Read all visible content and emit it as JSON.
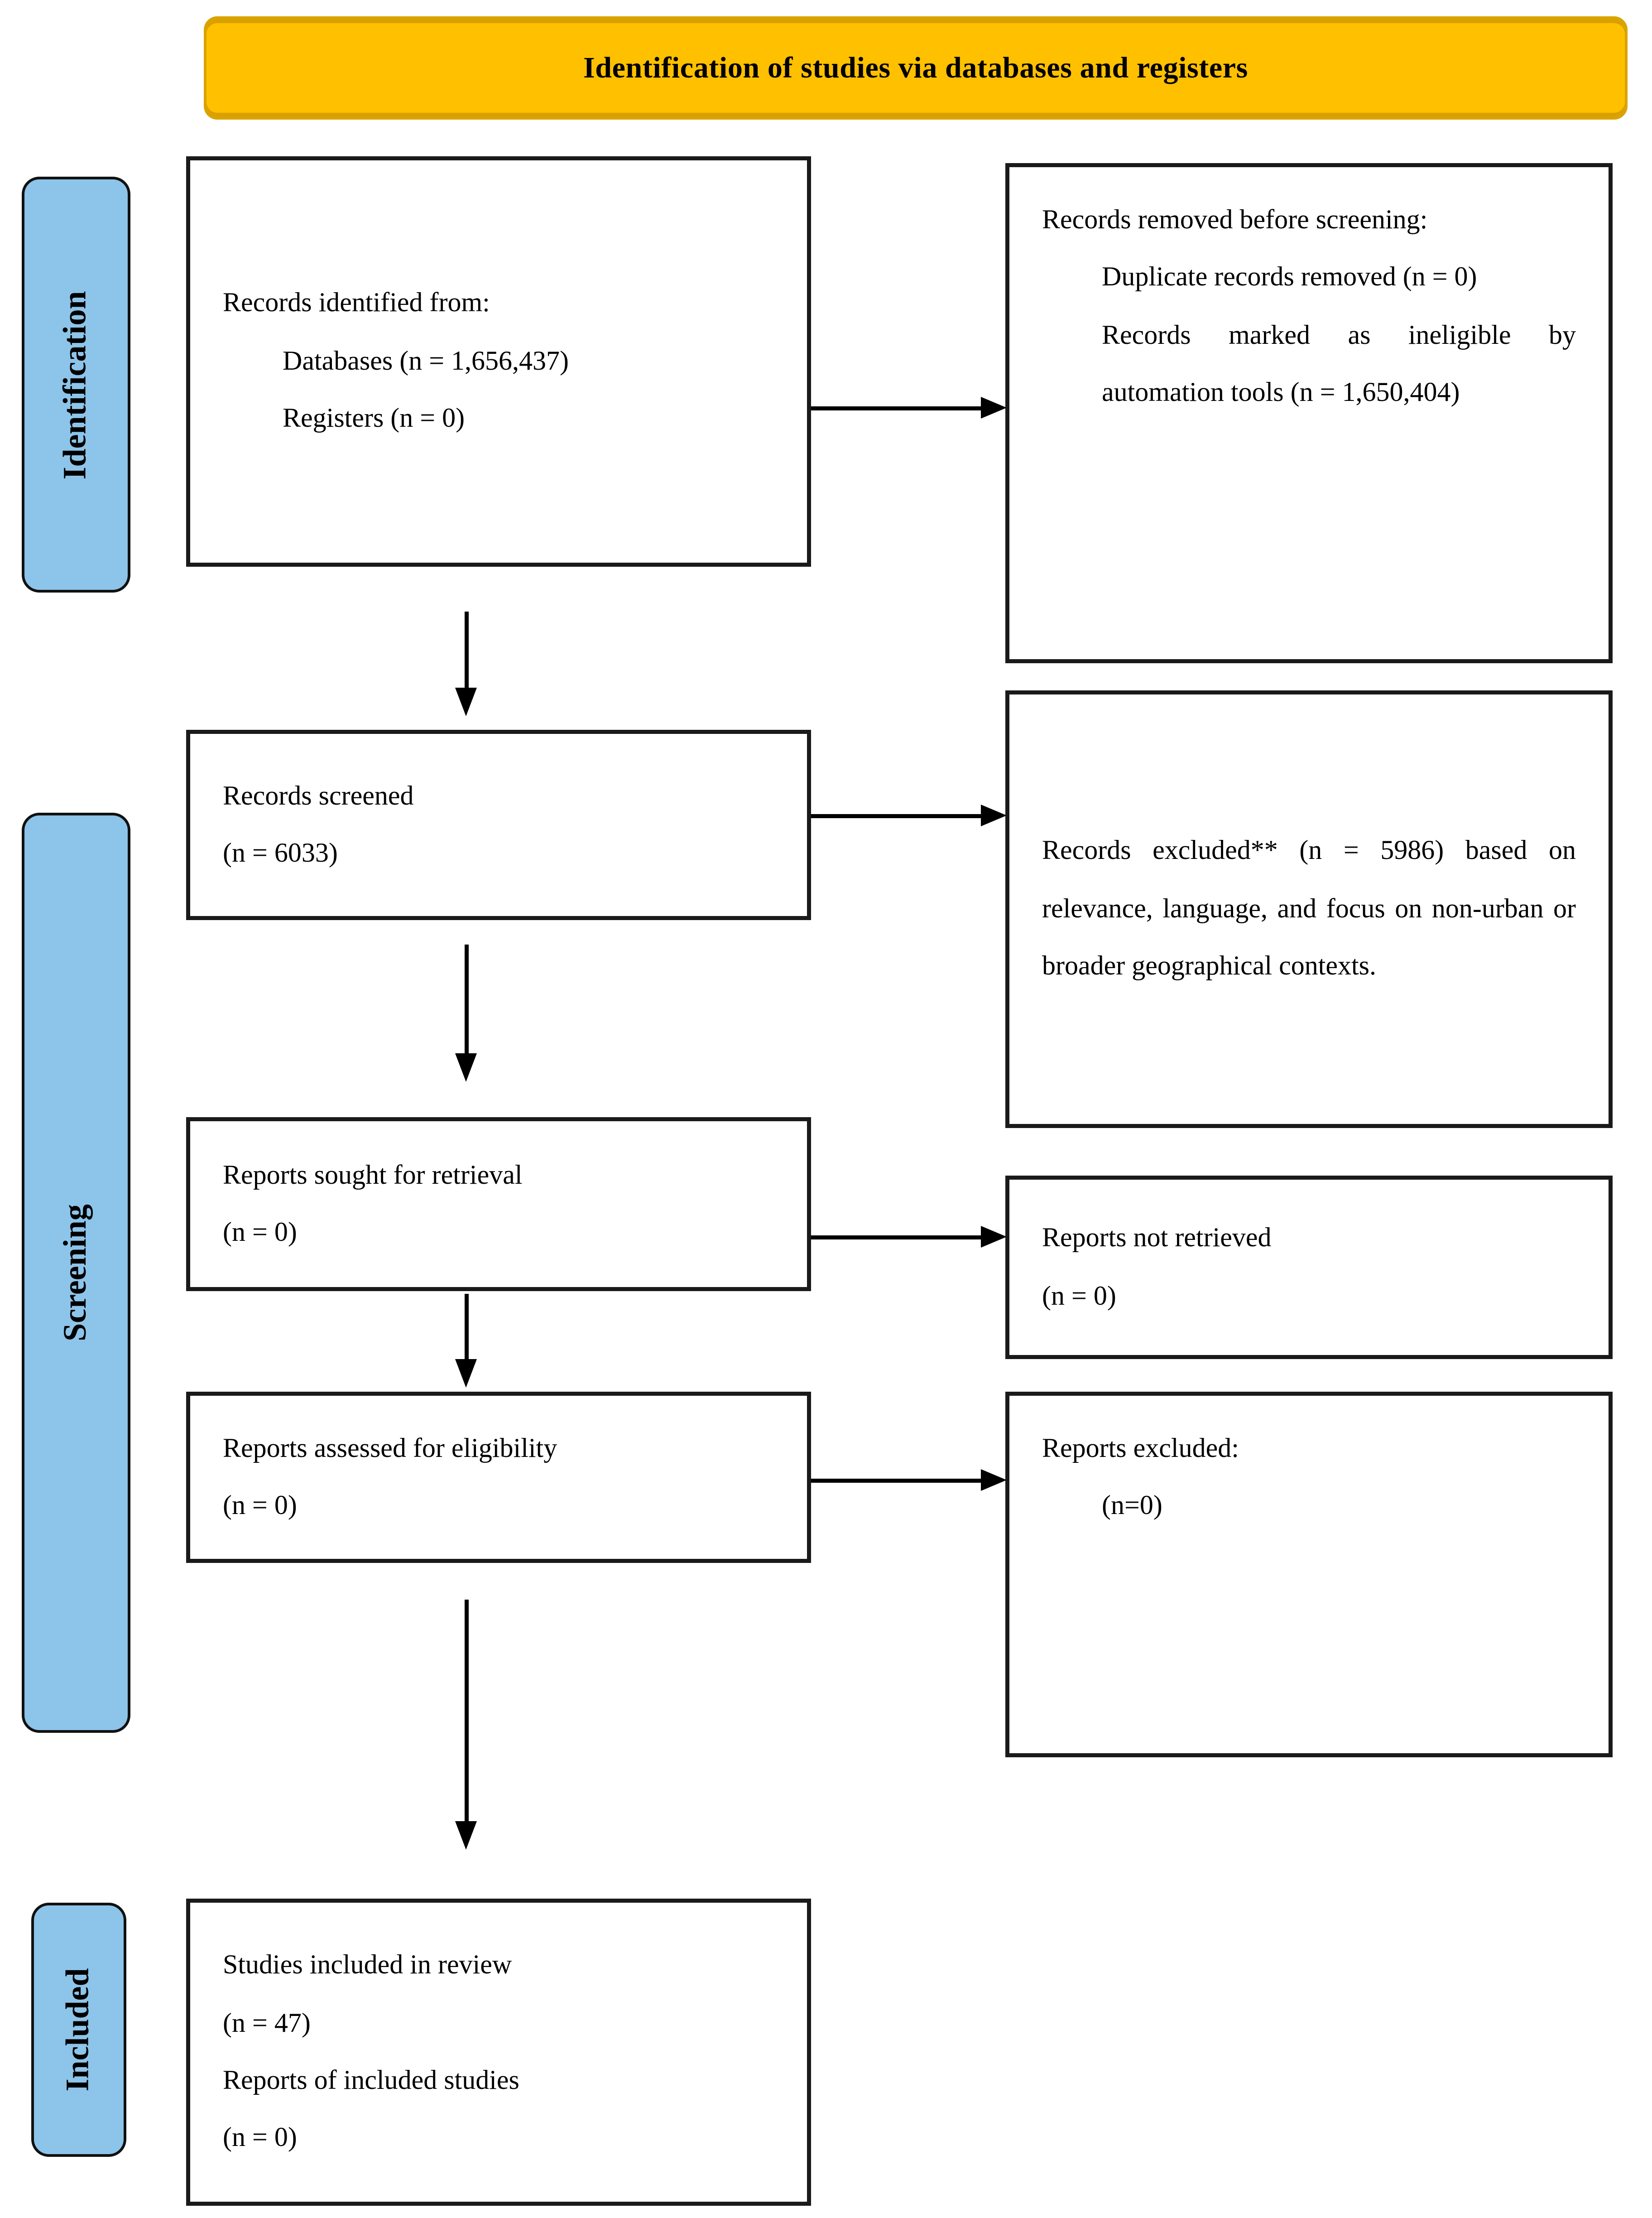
{
  "banner": {
    "title": "Identification of studies via databases and registers"
  },
  "sidebar": {
    "identification": "Identification",
    "screening": "Screening",
    "included": "Included"
  },
  "boxes": {
    "records_identified": {
      "title": "Records identified from:",
      "items": [
        "Databases (n = 1,656,437)",
        "Registers (n = 0)"
      ]
    },
    "records_removed": {
      "title": "Records removed before screening:",
      "items": [
        "Duplicate records removed (n = 0)",
        "Records marked as ineligible by automation tools (n = 1,650,404)"
      ]
    },
    "records_screened": {
      "lines": [
        "Records screened",
        "(n = 6033)"
      ]
    },
    "records_excluded": {
      "text": "Records excluded** (n = 5986) based on relevance, language, and focus on non-urban or broader geographical contexts."
    },
    "reports_sought": {
      "lines": [
        "Reports sought for retrieval",
        "(n = 0)"
      ]
    },
    "reports_not_retrieved": {
      "lines": [
        "Reports not retrieved",
        "(n = 0)"
      ]
    },
    "reports_assessed": {
      "lines": [
        "Reports assessed for eligibility",
        "(n = 0)"
      ]
    },
    "reports_excluded": {
      "title": "Reports excluded:",
      "items": [
        "(n=0)"
      ]
    },
    "studies_included": {
      "lines": [
        "Studies included in review",
        "(n = 47)",
        "Reports of included studies",
        "(n = 0)"
      ]
    }
  },
  "colors": {
    "banner-bg": "#FFC000",
    "banner-border": "#D9A300",
    "side-bg": "#8DC4E9",
    "line": "#000000"
  }
}
